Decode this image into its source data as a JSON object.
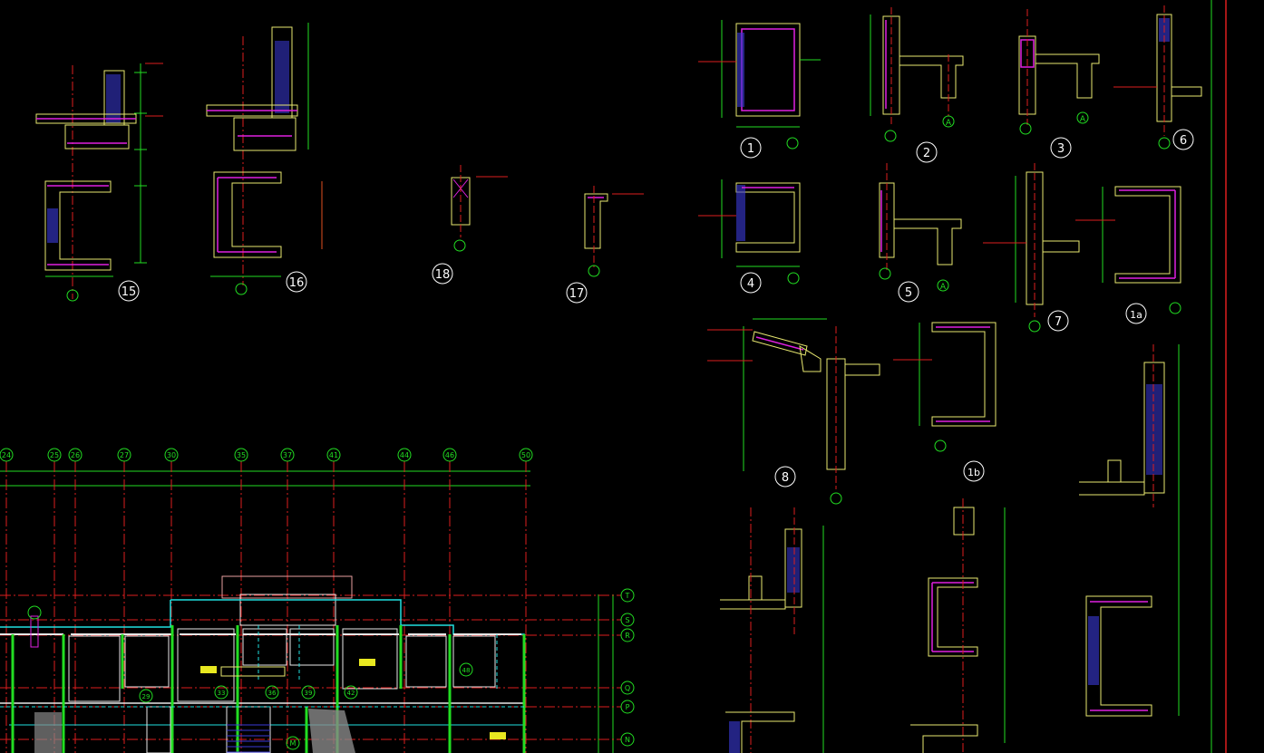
{
  "colors": {
    "background": "#000000",
    "outline": "#e8e870",
    "dimension": "#22dd22",
    "axis": "#dd1e1e",
    "rebar": "#e020e0",
    "hatch": "#3a3ad8",
    "text": "#ffffff",
    "cyan": "#20e0e0",
    "gray": "#888888"
  },
  "detail_labels": {
    "d1": "1",
    "d2": "2",
    "d3": "3",
    "d4": "4",
    "d5": "5",
    "d6": "6",
    "d7": "7",
    "d8": "8",
    "d1a": "1a",
    "d1b": "1b",
    "d15": "15",
    "d16": "16",
    "d17": "17",
    "d18": "18"
  },
  "grid_axes_top": [
    "24",
    "25",
    "26",
    "27",
    "30",
    "35",
    "37",
    "41",
    "44",
    "46",
    "50"
  ],
  "grid_axes_right": [
    "T",
    "S",
    "R",
    "Q",
    "P",
    "N"
  ],
  "grid_axes_inner": [
    "29",
    "33",
    "36",
    "39",
    "42",
    "48"
  ],
  "axis_letter": "A",
  "plan_tags": [
    "M"
  ]
}
